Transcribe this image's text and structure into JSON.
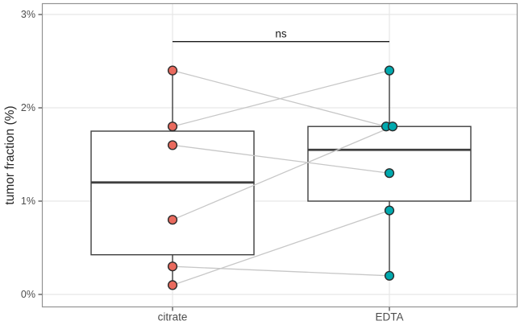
{
  "chart_data": {
    "type": "boxplot",
    "title": "",
    "ylabel": "tumor fraction (%)",
    "xlabel": "",
    "categories": [
      "citrate",
      "EDTA"
    ],
    "y_ticks": [
      {
        "label": "0%",
        "value": 0
      },
      {
        "label": "1%",
        "value": 1
      },
      {
        "label": "2%",
        "value": 2
      },
      {
        "label": "3%",
        "value": 3
      }
    ],
    "ylim": [
      -0.138,
      3.121
    ],
    "grid": "major horizontal at each y tick and vertical at each category, light gray, white panel with gray border",
    "legend": "none",
    "series": [
      {
        "name": "citrate",
        "point_color": "#E96A5E",
        "points": [
          2.4,
          1.8,
          1.6,
          0.8,
          0.3,
          0.1
        ],
        "box": {
          "q1": 0.425,
          "median": 1.2,
          "q3": 1.75,
          "whisker_low": 0.1,
          "whisker_high": 2.4
        }
      },
      {
        "name": "EDTA",
        "point_color": "#00A9AE",
        "points": [
          2.4,
          1.8,
          1.8,
          1.3,
          0.9,
          0.2
        ],
        "box": {
          "q1": 1.0,
          "median": 1.55,
          "q3": 1.8,
          "whisker_low": 0.2,
          "whisker_high": 2.4
        }
      }
    ],
    "pairs": [
      [
        2.4,
        1.8
      ],
      [
        1.8,
        2.4
      ],
      [
        1.6,
        1.3
      ],
      [
        0.8,
        1.8
      ],
      [
        0.3,
        0.2
      ],
      [
        0.1,
        0.9
      ]
    ],
    "annotation": {
      "label": "ns",
      "y_value": 2.71,
      "from_category": "citrate",
      "to_category": "EDTA"
    },
    "colors": {
      "background": "#FFFFFF",
      "panel_border": "#939393",
      "grid_line": "#E7E7E7",
      "box_stroke": "#3E3E3E",
      "box_fill": "#FFFFFF",
      "pair_line": "#C7C7C7",
      "point_stroke": "#2B2B2B",
      "axis_text": "#4D4D4D",
      "axis_title": "#262626",
      "annotation_color": "#1A1A1A"
    }
  }
}
